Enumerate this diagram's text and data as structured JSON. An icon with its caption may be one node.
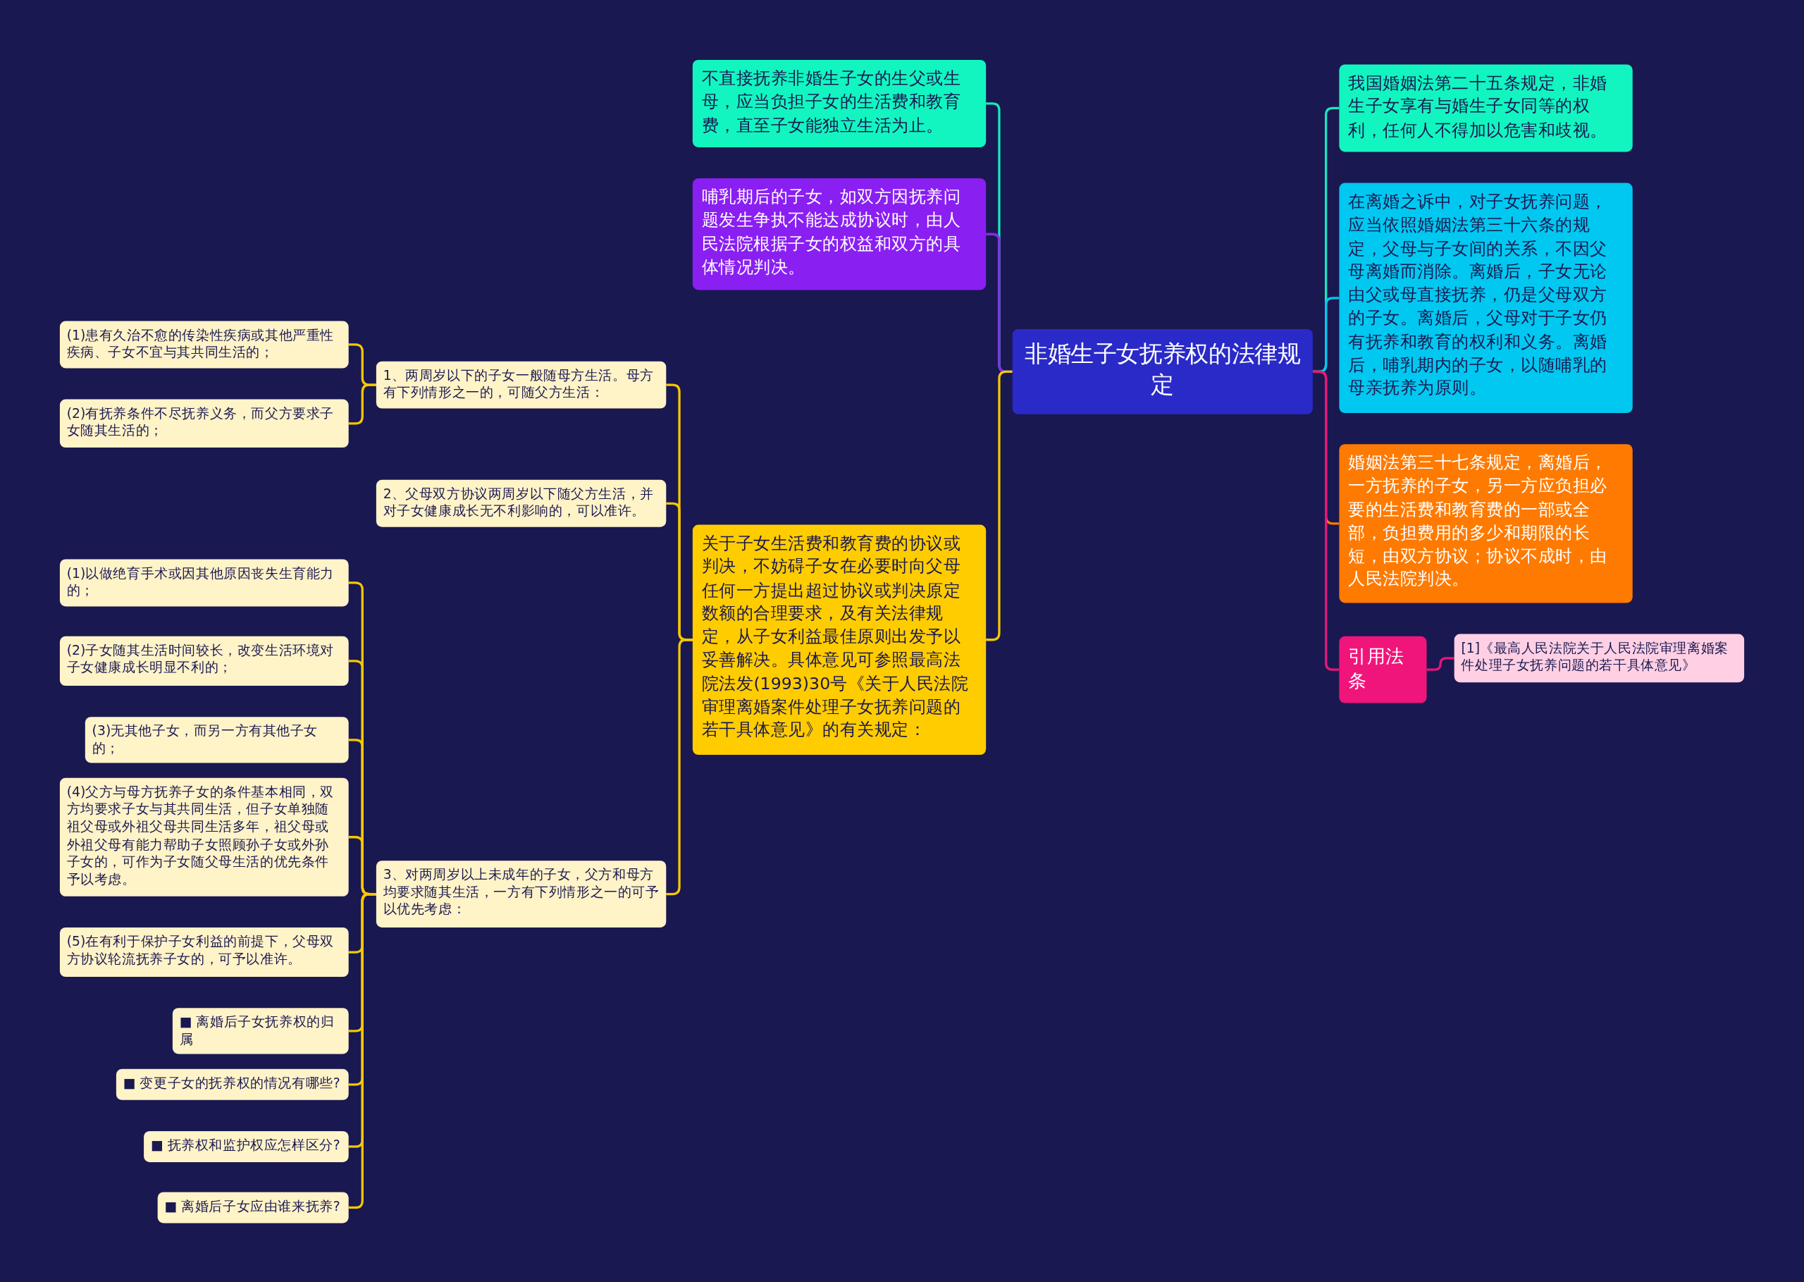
{
  "diagram": {
    "nodes": [
      {
        "text": [
          "非婚生子女抚养权的法律规定"
        ]
      },
      {
        "text": [
          "不直接抚养非婚生子女的生父或生母，应当负担子女的生活费和教育费，直至子女能独立生活为止。"
        ]
      },
      {
        "text": [
          "哺乳期后的子女，如双方因抚养问题发生争执不能达成协议时，由人民法院根据子女的权益和双方的具体情况判决。"
        ]
      },
      {
        "text": [
          "关于子女生活费和教育费的协议或判决，不妨碍子女在必要时向父母任何一方提出超过协议或判决原定数额的合理要求，及有关法律规定，从子女利益最佳原则出发予以妥善解决。具体意见可参照最高法院法发(1993)30号《关于人民法院审理离婚案件处理子女抚养问题的若干具体意见》的有关规定："
        ]
      },
      {
        "text": [
          "1、两周岁以下的子女一般随母方生活。母方有下列情形之一的，可随父方生活："
        ]
      },
      {
        "text": [
          "(1)患有久治不愈的传染性疾病或其他严重性疾病、子女不宜与其共同生活的；"
        ]
      },
      {
        "text": [
          "(2)有抚养条件不尽抚养义务，而父方要求子女随其生活的；"
        ]
      },
      {
        "text": [
          "2、父母双方协议两周岁以下随父方生活，并对子女健康成长无不利影响的，可以准许。"
        ]
      },
      {
        "text": [
          "3、对两周岁以上未成年的子女，父方和母方均要求随其生活，一方有下列情形之一的可予以优先考虑："
        ]
      },
      {
        "text": [
          "(1)以做绝育手术或因其他原因丧失生育能力的；"
        ]
      },
      {
        "text": [
          "(2)子女随其生活时间较长，改变生活环境对子女健康成长明显不利的；"
        ]
      },
      {
        "text": [
          "(3)无其他子女，而另一方有其他子女的；"
        ]
      },
      {
        "text": [
          "(4)父方与母方抚养子女的条件基本相同，双方均要求子女与其共同生活，但子女单独随祖父母或外祖父母共同生活多年，祖父母或外祖父母有能力帮助子女照顾孙子女或外孙子女的，可作为子女随父母生活的优先条件予以考虑。"
        ]
      },
      {
        "text": [
          "(5)在有利于保护子女利益的前提下，父母双方协议轮流抚养子女的，可予以准许。"
        ]
      },
      {
        "text": [
          "■ 离婚后子女抚养权的归属"
        ]
      },
      {
        "text": [
          "■ 变更子女的抚养权的情况有哪些?"
        ]
      },
      {
        "text": [
          "■ 抚养权和监护权应怎样区分?"
        ]
      },
      {
        "text": [
          "■ 离婚后子女应由谁来抚养?"
        ]
      },
      {
        "text": [
          "我国婚姻法第二十五条规定，非婚生子女享有与婚生子女同等的权利，任何人不得加以危害和歧视。"
        ]
      },
      {
        "text": [
          "在离婚之诉中，对子女抚养问题，应当依照婚姻法第三十六条的规定，父母与子女间的关系，不因父母离婚而消除。离婚后，子女无论由父或母直接抚养，仍是父母双方的子女。离婚后，父母对于子女仍有抚养和教育的权利和义务。离婚后，哺乳期内的子女，以随哺乳的母亲抚养为原则。"
        ]
      },
      {
        "text": [
          "婚姻法第三十七条规定，离婚后，一方抚养的子女，另一方应负担必要的生活费和教育费的一部或全部，负担费用的多少和期限的长短，由双方协议；协议不成时，由人民法院判决。"
        ]
      },
      {
        "text": [
          "引用法条"
        ]
      },
      {
        "text": [
          "[1]《最高人民法院关于人民法院审理离婚案件处理子女抚养问题的若干具体意见》"
        ]
      }
    ],
    "edges": [
      {
        "from": 0,
        "to": 1,
        "arrow": "none",
        "color": "#19e6c0"
      },
      {
        "from": 0,
        "to": 2,
        "arrow": "none",
        "color": "#8a2be2"
      },
      {
        "from": 0,
        "to": 3,
        "arrow": "none"
      },
      {
        "from": 3,
        "to": 4,
        "arrow": "none"
      },
      {
        "from": 4,
        "to": 5,
        "arrow": "none"
      },
      {
        "from": 4,
        "to": 6,
        "arrow": "none"
      },
      {
        "from": 3,
        "to": 7,
        "arrow": "none"
      },
      {
        "from": 3,
        "to": 8,
        "arrow": "none"
      },
      {
        "from": 8,
        "to": 9,
        "arrow": "none"
      },
      {
        "from": 8,
        "to": 10,
        "arrow": "none"
      },
      {
        "from": 8,
        "to": 11,
        "arrow": "none"
      },
      {
        "from": 8,
        "to": 12,
        "arrow": "none"
      },
      {
        "from": 8,
        "to": 13,
        "arrow": "none"
      },
      {
        "from": 8,
        "to": 14,
        "arrow": "none"
      },
      {
        "from": 8,
        "to": 15,
        "arrow": "none"
      },
      {
        "from": 8,
        "to": 16,
        "arrow": "none"
      },
      {
        "from": 8,
        "to": 17,
        "arrow": "none"
      },
      {
        "from": 0,
        "to": 18,
        "arrow": "none",
        "color": "#19e6c0"
      },
      {
        "from": 0,
        "to": 19,
        "arrow": "none",
        "color": "#00c8f0"
      },
      {
        "from": 0,
        "to": 20,
        "arrow": "none",
        "color": "#ff7a00"
      },
      {
        "from": 0,
        "to": 21,
        "arrow": "none",
        "color": "#e8157a"
      },
      {
        "from": 21,
        "to": 22,
        "arrow": "none",
        "color": "#e8157a"
      }
    ]
  }
}
